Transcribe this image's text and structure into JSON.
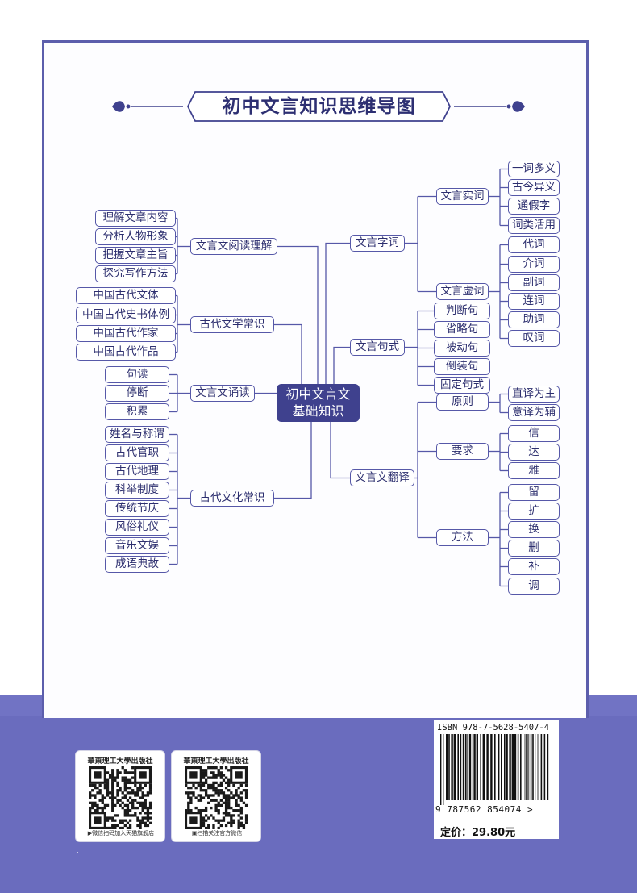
{
  "title": "初中文言知识思维导图",
  "center": {
    "line1": "初中文言文",
    "line2": "基础知识"
  },
  "left": [
    {
      "label": "文言文阅读理解",
      "items": [
        "理解文章内容",
        "分析人物形象",
        "把握文章主旨",
        "探究写作方法"
      ]
    },
    {
      "label": "古代文学常识",
      "items": [
        "中国古代文体",
        "中国古代史书体例",
        "中国古代作家",
        "中国古代作品"
      ]
    },
    {
      "label": "文言文诵读",
      "items": [
        "句读",
        "停断",
        "积累"
      ]
    },
    {
      "label": "古代文化常识",
      "items": [
        "姓名与称谓",
        "古代官职",
        "古代地理",
        "科举制度",
        "传统节庆",
        "风俗礼仪",
        "音乐文娱",
        "成语典故"
      ]
    }
  ],
  "right": [
    {
      "label": "文言字词",
      "sub": [
        {
          "label": "文言实词",
          "items": [
            "一词多义",
            "古今异义",
            "通假字",
            "词类活用"
          ]
        },
        {
          "label": "文言虚词",
          "items": [
            "代词",
            "介词",
            "副词",
            "连词",
            "助词",
            "叹词"
          ]
        }
      ]
    },
    {
      "label": "文言句式",
      "items": [
        "判断句",
        "省略句",
        "被动句",
        "倒装句",
        "固定句式"
      ]
    },
    {
      "label": "文言文翻译",
      "sub": [
        {
          "label": "原则",
          "items": [
            "直译为主",
            "意译为辅"
          ]
        },
        {
          "label": "要求",
          "items": [
            "信",
            "达",
            "雅"
          ]
        },
        {
          "label": "方法",
          "items": [
            "留",
            "扩",
            "换",
            "删",
            "补",
            "调"
          ]
        }
      ]
    }
  ],
  "isbn": {
    "top": "ISBN 978-7-5628-5407-4",
    "digits": "9 787562 854074 >",
    "barcode_value": "9787562854074"
  },
  "price": "定价：29.80元",
  "qr_cards": [
    {
      "header": "華東理工大學出版社",
      "footer": "▶微信扫码加入天猫旗舰店"
    },
    {
      "header": "華東理工大學出版社",
      "footer": "▣扫描关注官方微信"
    }
  ],
  "colors": {
    "frame": "#5c5eac",
    "band": "#6a6cbe",
    "center_fill": "#3f418e",
    "node_border": "#5658a8",
    "text": "#2d2f6f"
  }
}
